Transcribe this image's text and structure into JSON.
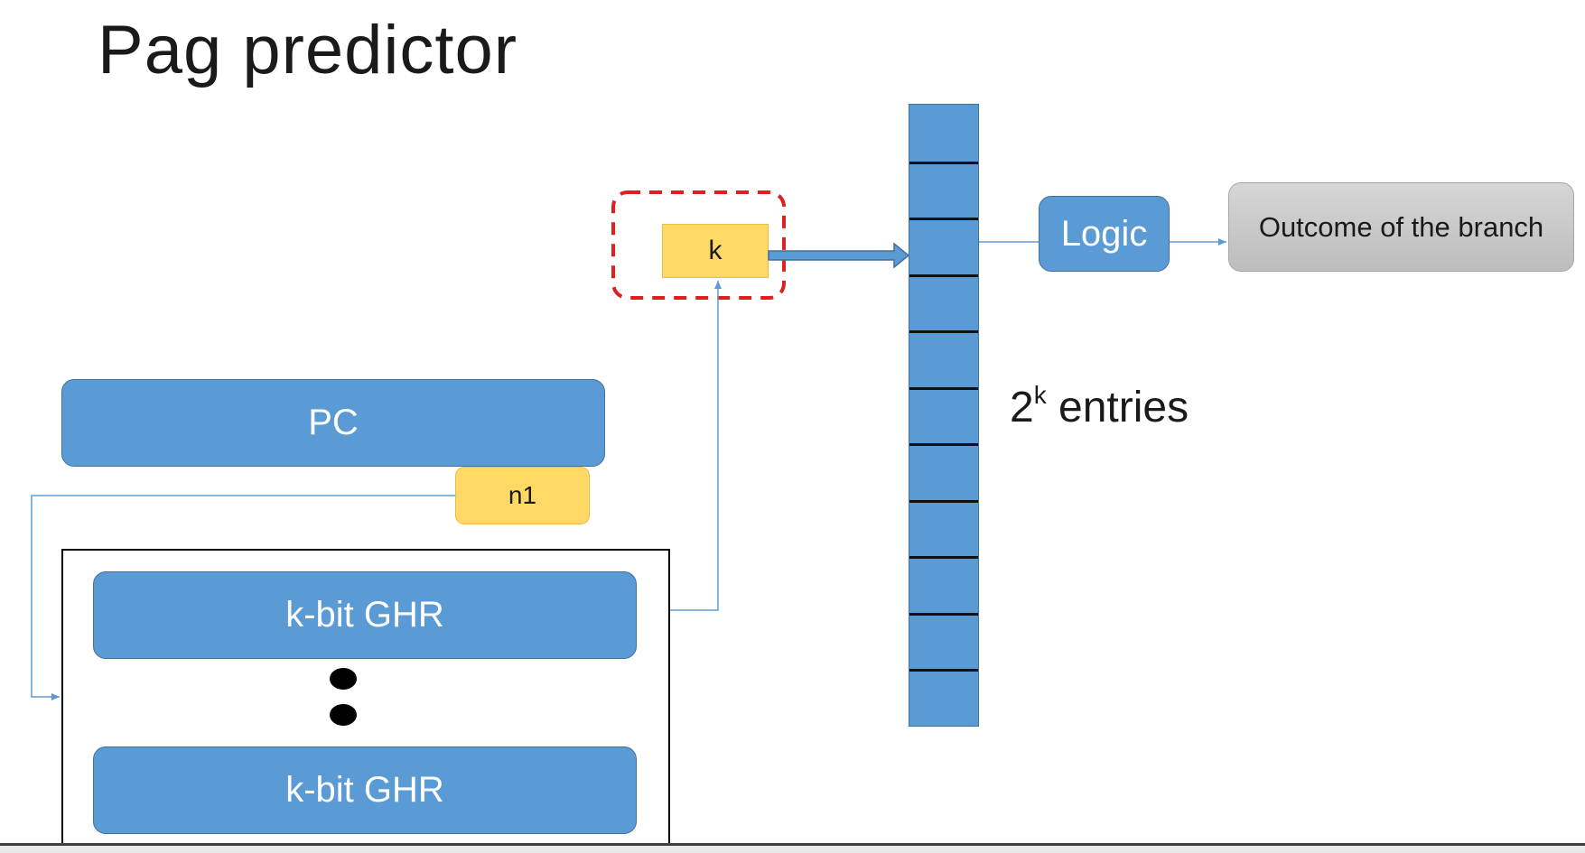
{
  "title": "Pag predictor",
  "boxes": {
    "pc": "PC",
    "n1": "n1",
    "ghr_top": "k-bit GHR",
    "ghr_bottom": "k-bit GHR",
    "k": "k",
    "logic": "Logic",
    "outcome": "Outcome of the branch"
  },
  "entries_label": {
    "base": "2",
    "exponent": "k",
    "suffix": " entries"
  },
  "table": {
    "row_count": 11
  },
  "colors": {
    "box_blue": "#5b9bd5",
    "box_blue_border": "#41719c",
    "field_orange": "#ffd966",
    "highlight_red": "#e02020",
    "connector_blue": "#5b9bd5",
    "outcome_grey": "#c9c9c9"
  }
}
